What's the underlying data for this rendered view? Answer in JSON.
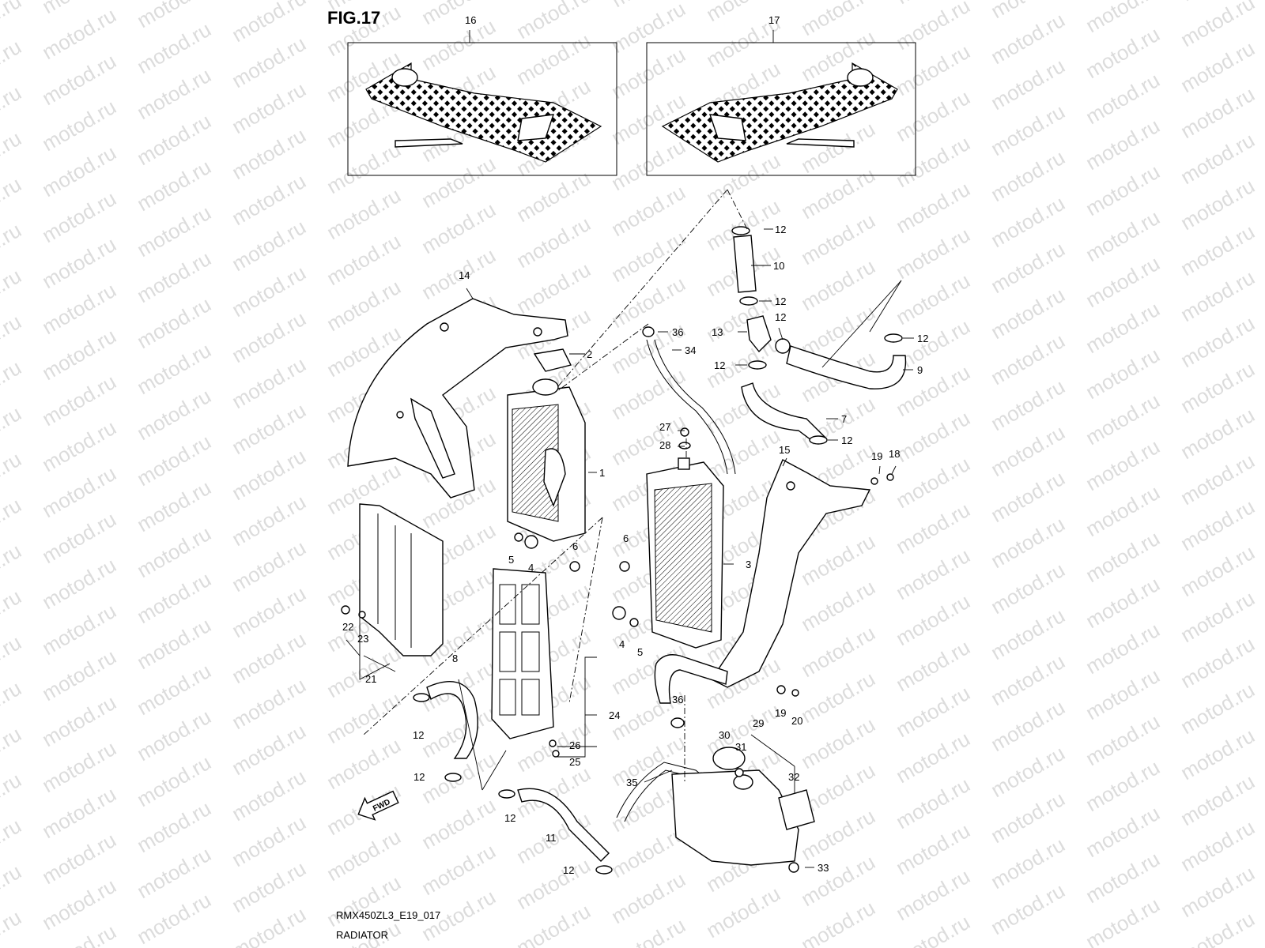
{
  "figure": {
    "title": "FIG.17"
  },
  "caption": {
    "model_code": "RMX450ZL3_E19_017",
    "section": "RADIATOR"
  },
  "watermark": {
    "text": "motod.ru"
  },
  "fwd_badge": {
    "text": "FWD"
  },
  "callouts": {
    "c1": "1",
    "c2": "2",
    "c3": "3",
    "c4a": "4",
    "c4b": "4",
    "c5a": "5",
    "c5b": "5",
    "c6a": "6",
    "c6b": "6",
    "c7": "7",
    "c8": "8",
    "c9": "9",
    "c10": "10",
    "c11": "11",
    "c12a": "12",
    "c12b": "12",
    "c12c": "12",
    "c12d": "12",
    "c12e": "12",
    "c12f": "12",
    "c12g": "12",
    "c12h": "12",
    "c12i": "12",
    "c12j": "12",
    "c13": "13",
    "c14": "14",
    "c15": "15",
    "c16": "16",
    "c17": "17",
    "c18": "18",
    "c19a": "19",
    "c19b": "19",
    "c20": "20",
    "c21": "21",
    "c22": "22",
    "c23": "23",
    "c24": "24",
    "c25": "25",
    "c26": "26",
    "c27": "27",
    "c28": "28",
    "c29": "29",
    "c30": "30",
    "c31": "31",
    "c32": "32",
    "c33": "33",
    "c34": "34",
    "c35": "35",
    "c36a": "36",
    "c36b": "36"
  }
}
